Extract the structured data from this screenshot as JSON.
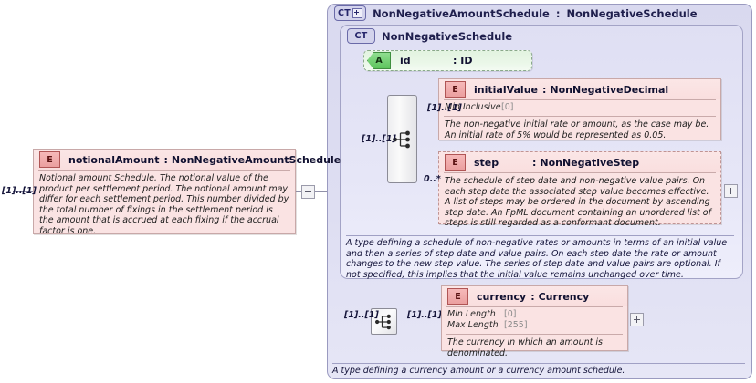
{
  "diagram": {
    "type": "xml-schema-component-diagram",
    "title": "NonNegativeAmountSchedule : NonNegativeSchedule"
  },
  "left_element": {
    "marker": "E",
    "name": "notionalAmount",
    "separator": ":",
    "type": "NonNegativeAmountSchedule",
    "cardinality": "[1]..[1]",
    "documentation": "Notional amount Schedule. The notional value of the product per settlement period. The notional amount may differ for each settlement period. This number divided by the total number of fixings in the settlement period is the amount that is accrued at each fixing if the accrual factor is one."
  },
  "outer_container": {
    "badge": "CT",
    "badge_has_plus": true,
    "name": "NonNegativeAmountSchedule",
    "separator": ":",
    "type": "NonNegativeSchedule",
    "annotation": "A type defining a currency amount or a currency amount schedule."
  },
  "inner_container": {
    "badge": "CT",
    "name": "NonNegativeSchedule",
    "annotation": "A type defining a schedule of non-negative rates or amounts in terms of an initial value and then a series of step date and value pairs. On each step date the rate or amount changes to the new step value. The series of step date and value pairs are optional. If not specified, this implies that the initial value remains unchanged over time."
  },
  "attribute": {
    "marker": "A",
    "name": "id",
    "separator": ":",
    "type": "ID"
  },
  "elements": [
    {
      "id": "initialValue",
      "marker": "E",
      "name": "initialValue",
      "separator": ":",
      "type": "NonNegativeDecimal",
      "cardinality": "[1]..[1]",
      "facets": [
        {
          "label": "Min Inclusive",
          "value": "[0]"
        }
      ],
      "documentation": "The non-negative initial rate or amount, as the case may be. An initial rate of 5% would be represented as 0.05."
    },
    {
      "id": "step",
      "marker": "E",
      "name": "step",
      "separator": ":",
      "type": "NonNegativeStep",
      "cardinality": "0..*",
      "facets": [],
      "documentation": "The schedule of step date and non-negative value pairs. On each step date the associated step value becomes effective. A list of steps may be ordered in the document by ascending step date. An FpML document containing an unordered list of steps is still regarded as a conformant document."
    },
    {
      "id": "currency",
      "marker": "E",
      "name": "currency",
      "separator": ":",
      "type": "Currency",
      "cardinality": "[1]..[1]",
      "facets": [
        {
          "label": "Min Length",
          "value": "[0]"
        },
        {
          "label": "Max Length",
          "value": "[255]"
        }
      ],
      "documentation": "The currency in which an amount is denominated."
    }
  ],
  "connectors": {
    "sequence_main": {
      "icon": "sequence-icon",
      "cardinality_in": "[1]..[1]"
    },
    "sequence_currency": {
      "icon": "sequence-icon",
      "cardinality_in": "[1]..[1]",
      "cardinality_out": "[1]..[1]"
    }
  },
  "toggles": {
    "left_collapse": "-",
    "step_expand": "+",
    "currency_expand": "+"
  },
  "colors": {
    "element_fill": "#fae3e3",
    "element_border": "#c8a8a8",
    "attribute_fill": "#e2f3e0",
    "container_fill": "#dcdcf1",
    "container_border": "#9a9ac0",
    "marker_e": "#eb9f9f",
    "marker_a": "#5cc45c"
  }
}
